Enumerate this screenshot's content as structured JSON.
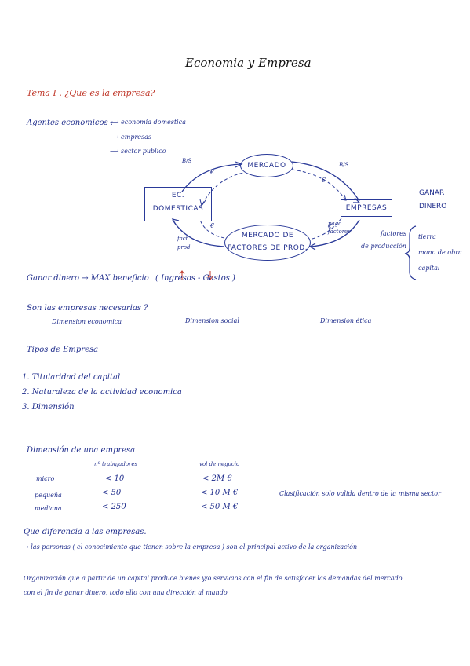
{
  "title": "Economia y Empresa",
  "tema": "Tema I . ¿Que es la empresa?",
  "agentes": {
    "label": "Agentes economicos :",
    "items": [
      "economia domestica",
      "empresas",
      "sector publico"
    ]
  },
  "diagram": {
    "mercado": "MERCADO",
    "ec_line1": "EC.",
    "ec_line2": "DOMESTICAS",
    "empresas": "EMPRESAS",
    "mf_line1": "MERCADO DE",
    "mf_line2": "FACTORES DE PROD.",
    "bs_left": "B/S",
    "bs_right": "B/S",
    "euro_1": "€",
    "euro_2": "€",
    "euro_3": "€",
    "euro_4": "€",
    "fact_line1": "fact",
    "fact_line2": "prod",
    "pago_line1": "pago",
    "pago_line2": "factores",
    "factores_line1": "factores",
    "factores_line2": "de producción",
    "ganar_line1": "GANAR",
    "ganar_line2": "DINERO",
    "list": [
      "tierra",
      "mano de obra",
      "capital"
    ]
  },
  "ganar_text": "Ganar dinero → MAX beneficio",
  "ganar_formula": "( Ingresos - Gastos )",
  "necesarias": {
    "question": "Son las empresas necesarias ?",
    "dims": [
      "Dimension economica",
      "Dimension social",
      "Dimension ética"
    ]
  },
  "tipos": {
    "heading": "Tipos de Empresa",
    "items": [
      "1. Titularidad del capital",
      "2. Naturaleza de la actividad economica",
      "3. Dimensión"
    ]
  },
  "dimension": {
    "heading": "Dimensión de una empresa",
    "col1": "nº trabajadores",
    "col2": "vol de negocio",
    "rows": [
      {
        "name": "micro",
        "trab": "< 10",
        "vol": "< 2M €"
      },
      {
        "name": "pequeña",
        "trab": "< 50",
        "vol": "< 10 M €"
      },
      {
        "name": "mediana",
        "trab": "< 250",
        "vol": "< 50 M €"
      }
    ],
    "note": "Clasificación solo valida dentro de la misma sector"
  },
  "diferencia": {
    "question": "Que diferencia a las empresas.",
    "answer": "→ las personas ( el conocimiento que tienen sobre la empresa ) son el principal activo de la organización"
  },
  "definicion": {
    "line1": "Organización que a partir de un capital produce bienes y/o servicios con el fin de satisfacer las demandas del mercado",
    "line2": "con el fin de ganar dinero, todo ello con una dirección al mando"
  }
}
